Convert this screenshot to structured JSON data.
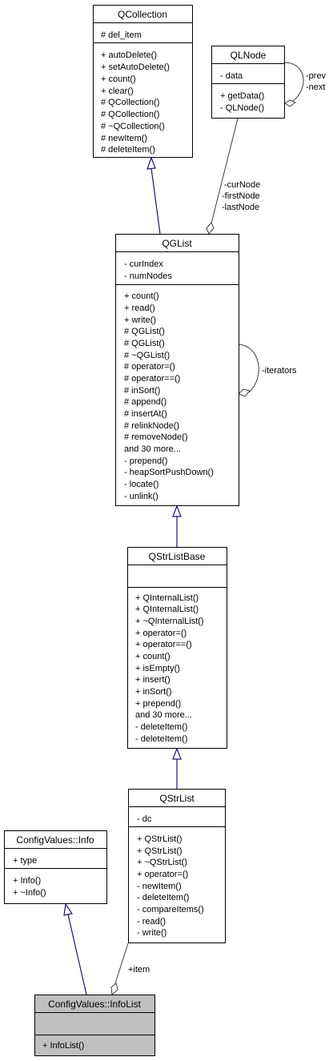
{
  "classes": {
    "qcollection": {
      "name": "QCollection",
      "attributes": [
        "# del_item"
      ],
      "methods": [
        "+ autoDelete()",
        "+ setAutoDelete()",
        "+ count()",
        "+ clear()",
        "# QCollection()",
        "# QCollection()",
        "# ~QCollection()",
        "# newItem()",
        "# deleteItem()"
      ]
    },
    "qlnode": {
      "name": "QLNode",
      "attributes": [
        "- data"
      ],
      "methods": [
        "+ getData()",
        "- QLNode()"
      ]
    },
    "qglist": {
      "name": "QGList",
      "attributes": [
        "- curIndex",
        "- numNodes"
      ],
      "methods": [
        "+ count()",
        "+ read()",
        "+ write()",
        "# QGList()",
        "# QGList()",
        "# ~QGList()",
        "# operator=()",
        "# operator==()",
        "# inSort()",
        "# append()",
        "# insertAt()",
        "# relinkNode()",
        "# removeNode()",
        "and 30 more...",
        "- prepend()",
        "- heapSortPushDown()",
        "- locate()",
        "- unlink()"
      ]
    },
    "qstrlistbase": {
      "name": "QStrListBase",
      "attributes": [],
      "methods": [
        "+ QInternalList()",
        "+ QInternalList()",
        "+ ~QInternalList()",
        "+ operator=()",
        "+ operator==()",
        "+ count()",
        "+ isEmpty()",
        "+ insert()",
        "+ inSort()",
        "+ prepend()",
        "and 30 more...",
        "- deleteItem()",
        "- deleteItem()"
      ]
    },
    "qstrlist": {
      "name": "QStrList",
      "attributes": [
        "- dc"
      ],
      "methods": [
        "+ QStrList()",
        "+ QStrList()",
        "+ ~QStrList()",
        "+ operator=()",
        "- newItem()",
        "- deleteItem()",
        "- compareItems()",
        "- read()",
        "- write()"
      ]
    },
    "info": {
      "name": "ConfigValues::Info",
      "attributes": [
        "+ type"
      ],
      "methods": [
        "+ Info()",
        "+ ~Info()"
      ]
    },
    "infolist": {
      "name": "ConfigValues::InfoList",
      "attributes": [],
      "methods": [
        "+ InfoList()"
      ]
    }
  },
  "edge_labels": {
    "qlnode_self": [
      "-prev",
      "-next"
    ],
    "qlnode_to_qglist": [
      "-curNode",
      "-firstNode",
      "-lastNode"
    ],
    "qglist_self": [
      "-iterators"
    ],
    "qstrlist_to_infolist": [
      "+item"
    ]
  },
  "colors": {
    "inheritance_edge": "#191970",
    "association_edge": "#404040",
    "focus_class_fill": "#bfbfbf"
  }
}
